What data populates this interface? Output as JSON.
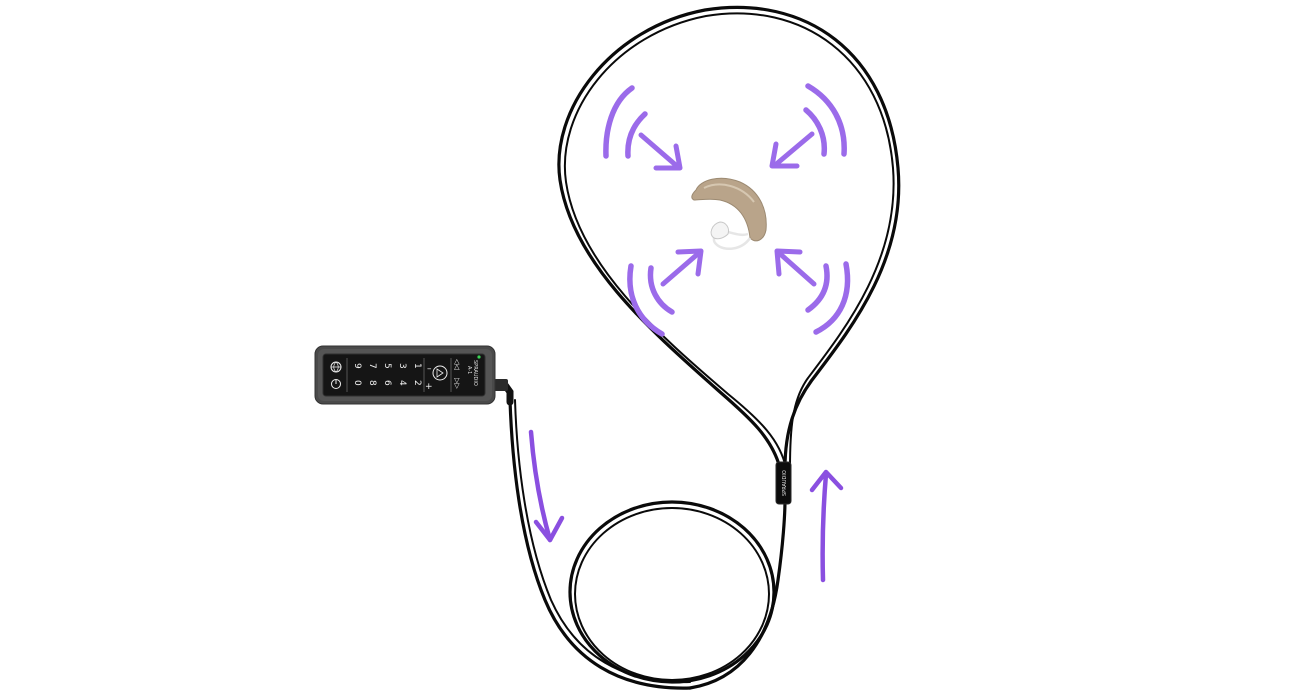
{
  "colors": {
    "accent": "#9b6bea",
    "flow_arrow": "#8a4fe0",
    "cable": "#0a0a0a",
    "device_body": "#4a4a4a",
    "keypad_face": "#151515",
    "hearing_aid": "#b9a48a"
  },
  "icons": {
    "sound_waves": "sound-wave-icon",
    "direction": "arrow-icon",
    "hearing_aid": "hearing-aid-icon"
  },
  "device": {
    "brand": "SPRAUDIO",
    "model": "A-1",
    "keys": [
      [
        "1",
        "2"
      ],
      [
        "3",
        "4"
      ],
      [
        "5",
        "6"
      ],
      [
        "7",
        "8"
      ],
      [
        "9",
        "0"
      ]
    ],
    "controls": {
      "prev": "◁◁",
      "next": "▷▷",
      "play_pause": "▷||",
      "minus": "–",
      "plus": "+"
    }
  },
  "connector": {
    "label": "SPRAUDIO"
  }
}
